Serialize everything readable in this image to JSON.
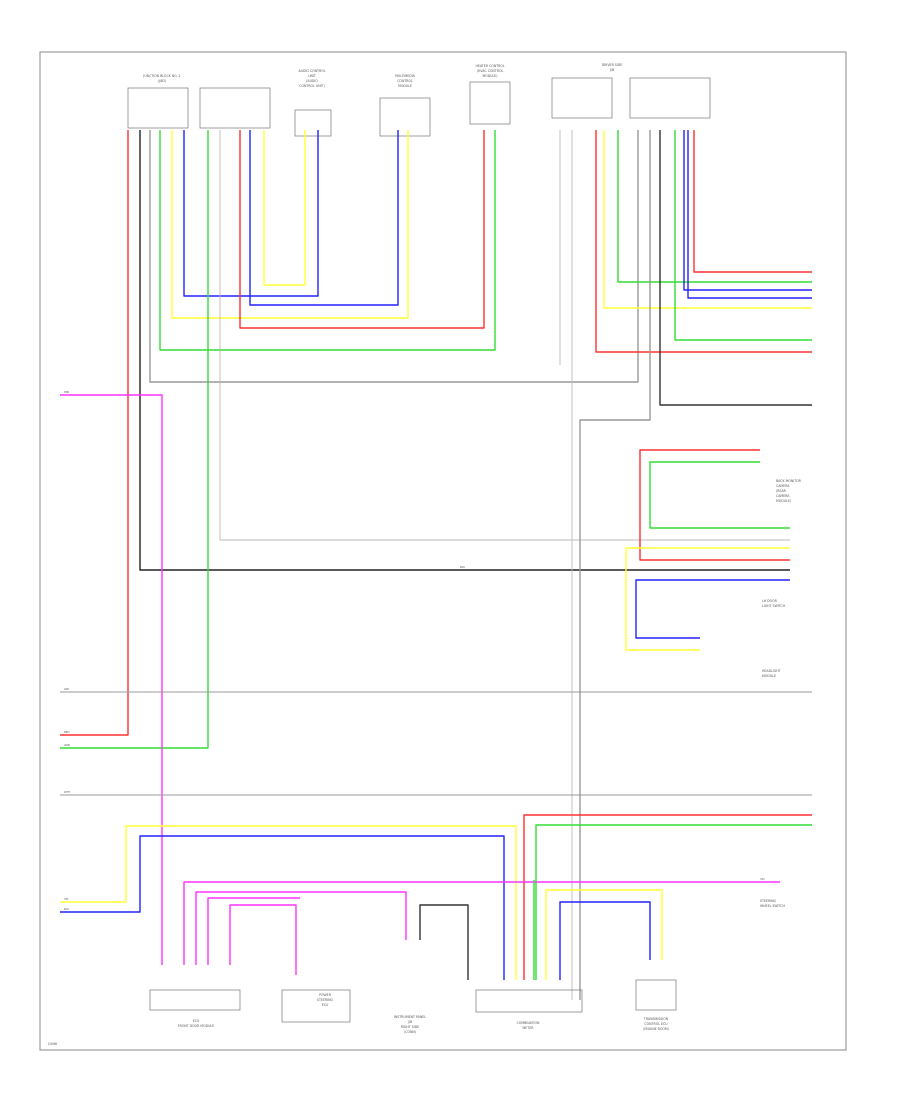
{
  "diagram": {
    "footer_code": "J1096",
    "components": {
      "top_1": {
        "lines": [
          "JUNCTION BLOCK NO. 2",
          "(J/B2)"
        ]
      },
      "top_2": {
        "lines": [
          "AUDIO CONTROL",
          "UNIT",
          "(AUDIO",
          "CONTROL UNIT)"
        ]
      },
      "top_3": {
        "lines": [
          "MULTIMEDIA",
          "CONTROL",
          "MODULE"
        ]
      },
      "top_4": {
        "lines": [
          "HEATER CONTROL",
          "(HVAC CONTROL",
          "MODULE)"
        ]
      },
      "top_5": {
        "lines": [
          "DRIVER SIDE",
          "J/B"
        ]
      },
      "right_1": {
        "lines": [
          "BACK MONITOR",
          "CAMERA",
          "(REAR",
          "CAMERA",
          "MODULE)"
        ]
      },
      "right_2": {
        "lines": [
          "LH DOOR",
          "LIGHT SWITCH"
        ]
      },
      "right_3": {
        "lines": [
          "HEADLIGHT",
          "MODULE"
        ]
      },
      "right_4": {
        "lines": [
          "STEERING",
          "WHEEL SWITCH"
        ]
      },
      "bottom_1": {
        "lines": [
          "ECU",
          "FRONT DOOR MODULE"
        ]
      },
      "bottom_2": {
        "lines": [
          "POWER",
          "STEERING",
          "ECU"
        ]
      },
      "bottom_3": {
        "lines": [
          "INSTRUMENT PANEL",
          "J/B",
          "RIGHT SIDE",
          "(CONN)"
        ]
      },
      "bottom_4": {
        "lines": [
          "COMBINATION",
          "METER"
        ]
      },
      "bottom_5": {
        "lines": [
          "TRANSMISSION",
          "CONTROL ECU",
          "(ENGINE ROOM)"
        ]
      }
    },
    "wire_labels": {
      "l1": "PNK",
      "l2": "GRY",
      "l3": "RED",
      "l4": "GRN",
      "l5": "WHT",
      "l6": "YEL",
      "l7": "BLU",
      "l8": "BLK",
      "l9": "VIO"
    },
    "colors": {
      "red": "#ff3030",
      "green": "#33dd33",
      "blue": "#2222ff",
      "yellow": "#ffff33",
      "magenta": "#ff33ff",
      "gray": "#999999",
      "light_gray": "#bbbbbb",
      "dark": "#222222",
      "frame": "#888888"
    }
  }
}
